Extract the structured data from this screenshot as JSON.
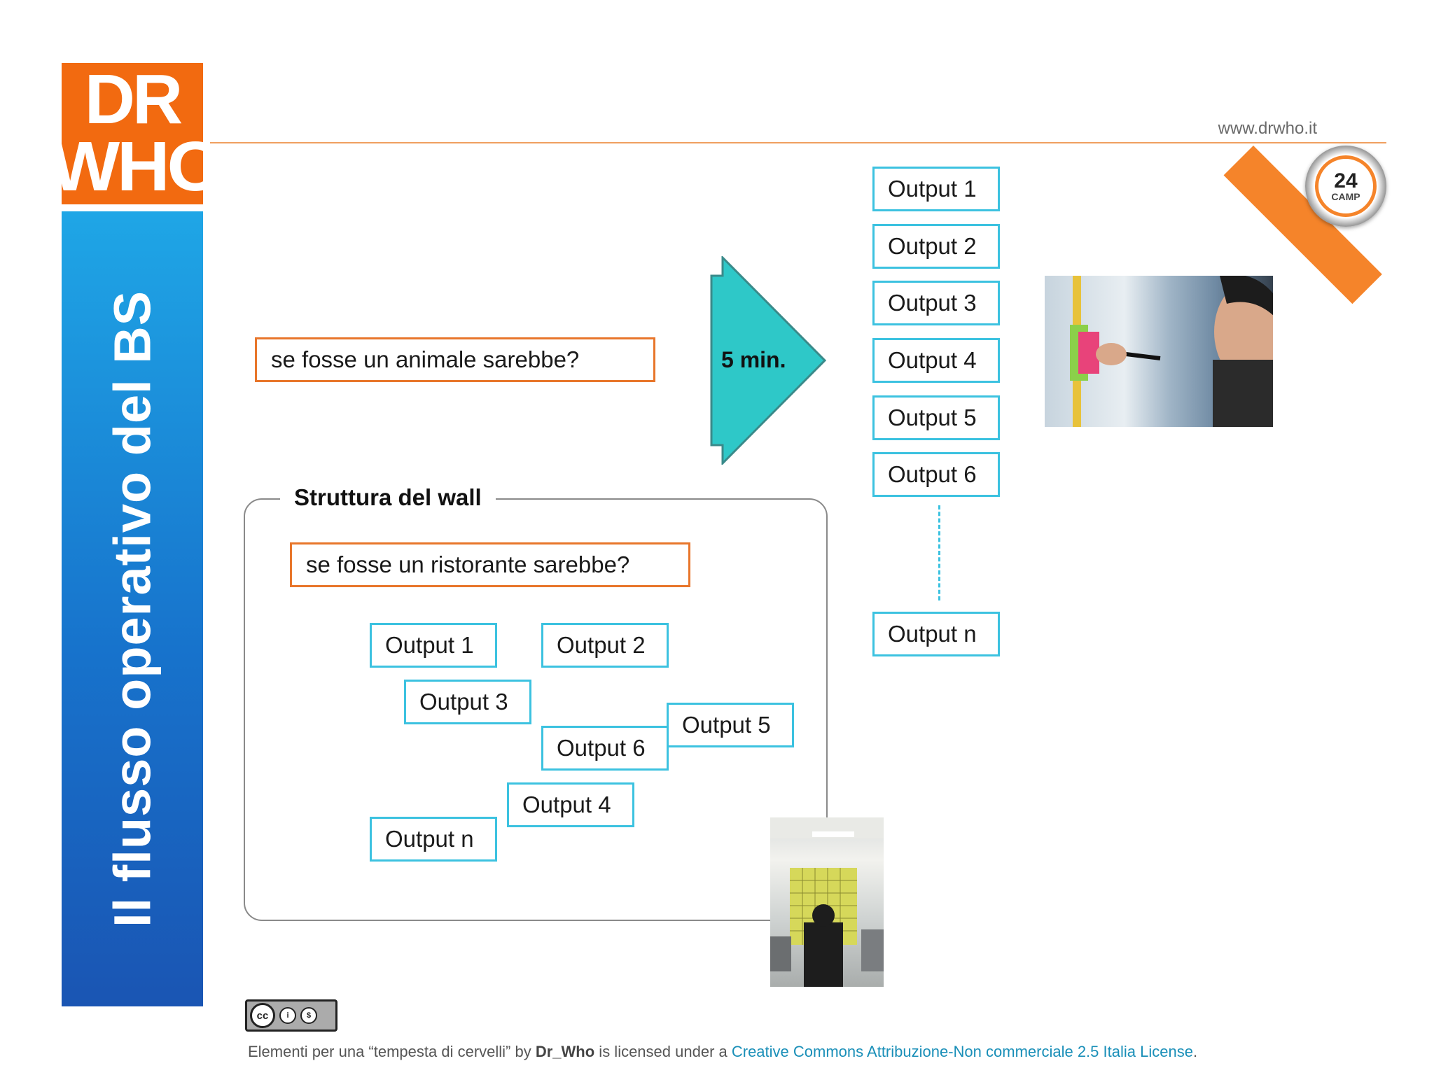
{
  "logo": {
    "line1": "DR",
    "line2": "WHO"
  },
  "sidebar_title": "Il flusso operativo del BS",
  "header": {
    "url": "www.drwho.it"
  },
  "badge": {
    "main": "24",
    "sub": "CAMP"
  },
  "question_top": "se fosse un animale sarebbe?",
  "arrow_label": "5 min.",
  "outputs_column": [
    "Output 1",
    "Output 2",
    "Output 3",
    "Output 4",
    "Output 5",
    "Output 6"
  ],
  "output_last": "Output n",
  "wall": {
    "title": "Struttura del wall",
    "question": "se fosse un ristorante sarebbe?",
    "outputs": [
      "Output 1",
      "Output 2",
      "Output 3",
      "Output 5",
      "Output 6",
      "Output 4",
      "Output n"
    ]
  },
  "footer": {
    "prefix": "Elementi per una “tempesta di cervelli” by ",
    "author": "Dr_Who",
    "middle": " is licensed under a ",
    "license": "Creative Commons Attribuzione-Non commerciale 2.5 Italia License",
    "suffix": "."
  },
  "colors": {
    "orange": "#f26a10",
    "cyan": "#3cc2e0",
    "arrow": "#2ec8c8",
    "sidebar_blue": "#1773cc"
  }
}
